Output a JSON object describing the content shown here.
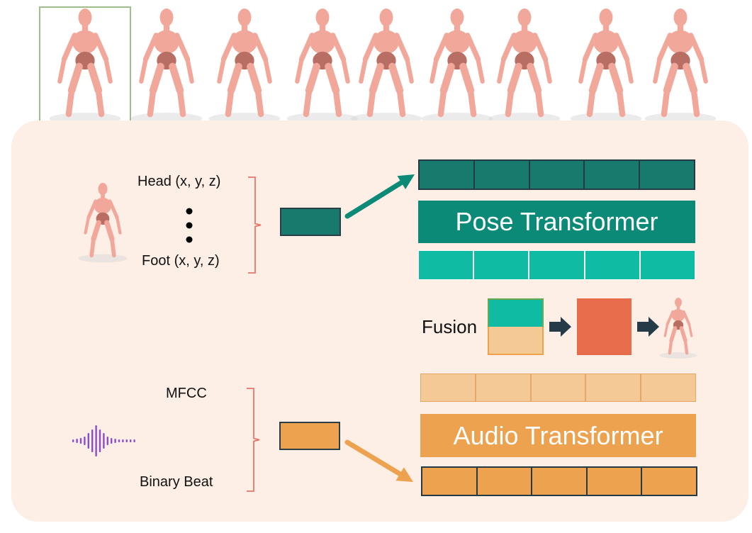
{
  "colors": {
    "panel_bg": "#fdeee6",
    "pose_dark": "#177a6c",
    "pose_block": "#0b8a78",
    "pose_light": "#0fbba3",
    "audio_light": "#f4c996",
    "audio_block": "#eda24f",
    "audio_dark": "#eda24f",
    "fusion_out": "#e66c4b",
    "bracket": "#e8776a",
    "figure": "#f1a89a",
    "wave": "#8a4ec8"
  },
  "pose": {
    "label_top": "Head (x, y, z)",
    "label_bottom": "Foot (x, y, z)",
    "transformer_label": "Pose Transformer",
    "token_count": 5
  },
  "audio": {
    "label_top": "MFCC",
    "label_bottom": "Binary Beat",
    "transformer_label": "Audio Transformer",
    "token_count": 5
  },
  "fusion": {
    "label": "Fusion"
  },
  "top_strip": {
    "figure_count": 9,
    "highlighted_index": 0
  }
}
